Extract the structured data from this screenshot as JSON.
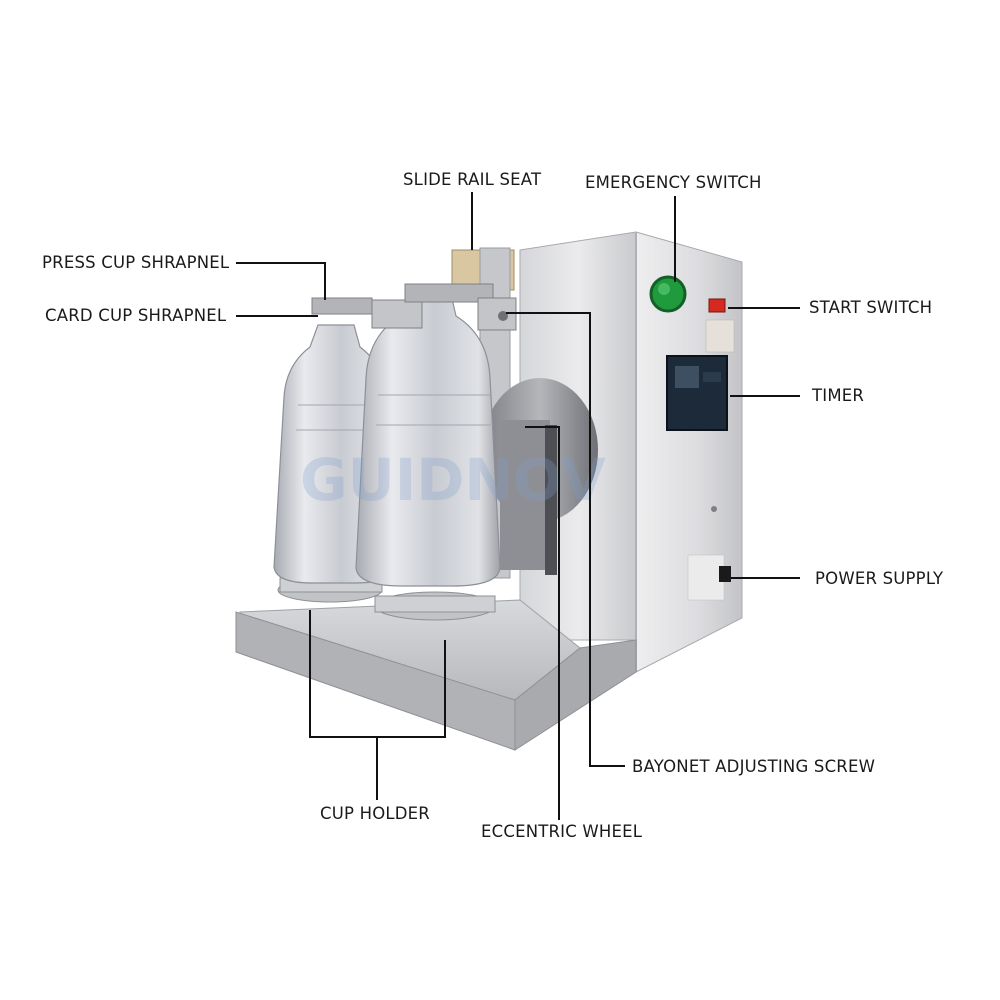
{
  "labels": {
    "slide_rail_seat": "SLIDE RAIL SEAT",
    "emergency_switch": "EMERGENCY SWITCH",
    "press_cup_shrapnel": "PRESS CUP SHRAPNEL",
    "card_cup_shrapnel": "CARD CUP SHRAPNEL",
    "start_switch": "START SWITCH",
    "timer": "TIMER",
    "power_supply": "POWER SUPPLY",
    "bayonet_adjusting_screw": "BAYONET ADJUSTING SCREW",
    "cup_holder": "CUP HOLDER",
    "eccentric_wheel": "ECCENTRIC WHEEL"
  },
  "watermark": "GUIDNOV",
  "colors": {
    "steel_light": "#e4e4e6",
    "steel_mid": "#c4c5c8",
    "steel_dark": "#9a9b9f",
    "emergency_button": "#1f9a3c",
    "start_switch": "#d42a22",
    "timer_panel": "#1d2a3a",
    "leader_line": "#111111"
  }
}
